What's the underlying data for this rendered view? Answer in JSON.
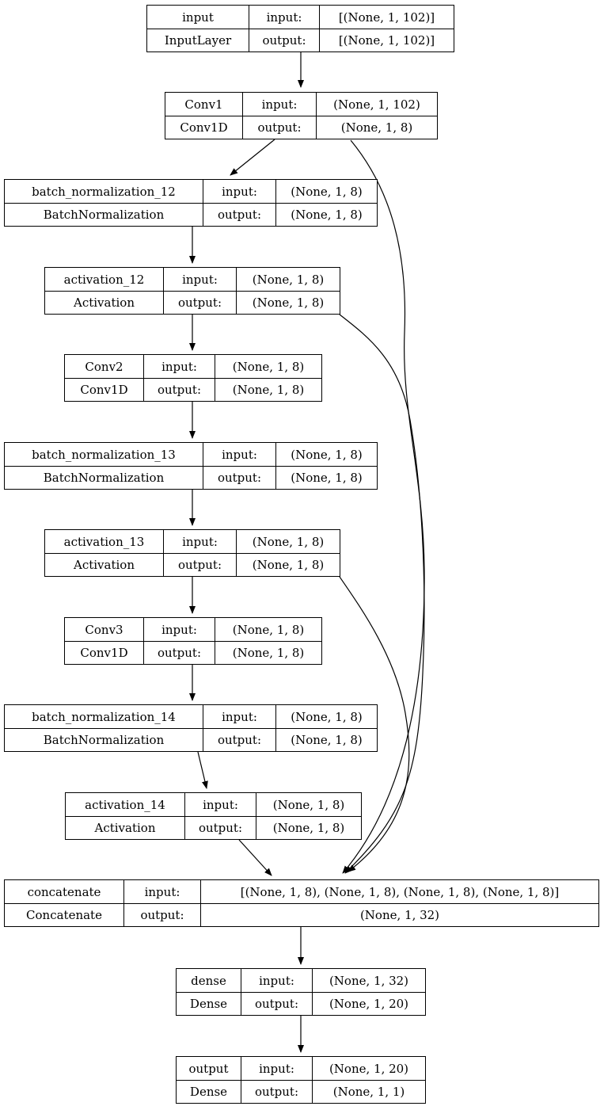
{
  "diagram": {
    "title": "model-architecture-graph",
    "colors": {
      "background": "#ffffff",
      "node_border": "#000000",
      "edge": "#000000",
      "text": "#000000"
    },
    "labels": {
      "input": "input:",
      "output": "output:"
    },
    "nodes": [
      {
        "name": "input",
        "type": "InputLayer",
        "input": "[(None, 1, 102)]",
        "output": "[(None, 1, 102)]"
      },
      {
        "name": "Conv1",
        "type": "Conv1D",
        "input": "(None, 1, 102)",
        "output": "(None, 1, 8)"
      },
      {
        "name": "batch_normalization_12",
        "type": "BatchNormalization",
        "input": "(None, 1, 8)",
        "output": "(None, 1, 8)"
      },
      {
        "name": "activation_12",
        "type": "Activation",
        "input": "(None, 1, 8)",
        "output": "(None, 1, 8)"
      },
      {
        "name": "Conv2",
        "type": "Conv1D",
        "input": "(None, 1, 8)",
        "output": "(None, 1, 8)"
      },
      {
        "name": "batch_normalization_13",
        "type": "BatchNormalization",
        "input": "(None, 1, 8)",
        "output": "(None, 1, 8)"
      },
      {
        "name": "activation_13",
        "type": "Activation",
        "input": "(None, 1, 8)",
        "output": "(None, 1, 8)"
      },
      {
        "name": "Conv3",
        "type": "Conv1D",
        "input": "(None, 1, 8)",
        "output": "(None, 1, 8)"
      },
      {
        "name": "batch_normalization_14",
        "type": "BatchNormalization",
        "input": "(None, 1, 8)",
        "output": "(None, 1, 8)"
      },
      {
        "name": "activation_14",
        "type": "Activation",
        "input": "(None, 1, 8)",
        "output": "(None, 1, 8)"
      },
      {
        "name": "concatenate",
        "type": "Concatenate",
        "input": "[(None, 1, 8), (None, 1, 8), (None, 1, 8), (None, 1, 8)]",
        "output": "(None, 1, 32)"
      },
      {
        "name": "dense",
        "type": "Dense",
        "input": "(None, 1, 32)",
        "output": "(None, 1, 20)"
      },
      {
        "name": "output",
        "type": "Dense",
        "input": "(None, 1, 20)",
        "output": "(None, 1, 1)"
      }
    ],
    "edges": [
      {
        "from": "input",
        "to": "Conv1"
      },
      {
        "from": "Conv1",
        "to": "batch_normalization_12"
      },
      {
        "from": "Conv1",
        "to": "concatenate"
      },
      {
        "from": "batch_normalization_12",
        "to": "activation_12"
      },
      {
        "from": "activation_12",
        "to": "Conv2"
      },
      {
        "from": "activation_12",
        "to": "concatenate"
      },
      {
        "from": "Conv2",
        "to": "batch_normalization_13"
      },
      {
        "from": "batch_normalization_13",
        "to": "activation_13"
      },
      {
        "from": "activation_13",
        "to": "Conv3"
      },
      {
        "from": "activation_13",
        "to": "concatenate"
      },
      {
        "from": "Conv3",
        "to": "batch_normalization_14"
      },
      {
        "from": "batch_normalization_14",
        "to": "activation_14"
      },
      {
        "from": "activation_14",
        "to": "concatenate"
      },
      {
        "from": "concatenate",
        "to": "dense"
      },
      {
        "from": "dense",
        "to": "output"
      }
    ]
  }
}
